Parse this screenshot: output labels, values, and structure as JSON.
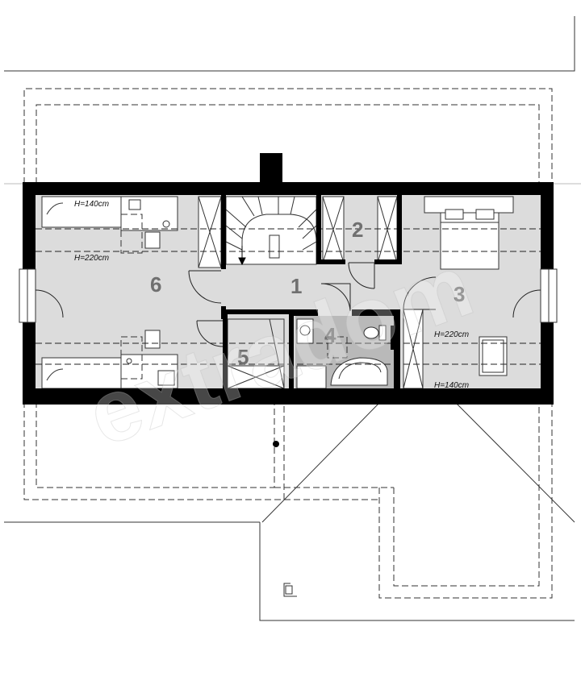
{
  "plan": {
    "rooms": [
      {
        "id": "1",
        "label": "1"
      },
      {
        "id": "2",
        "label": "2"
      },
      {
        "id": "3",
        "label": "3"
      },
      {
        "id": "4",
        "label": "4"
      },
      {
        "id": "5",
        "label": "5"
      },
      {
        "id": "6",
        "label": "6"
      }
    ],
    "height_notes": {
      "left_top": "H=140cm",
      "left_mid": "H=220cm",
      "right_mid": "H=220cm",
      "right_bottom": "H=140cm"
    }
  },
  "watermark": {
    "text": "extradom"
  },
  "colors": {
    "wall": "#000000",
    "floor": "#dcdcdc",
    "bathroom_floor": "#b9b9b9",
    "room_number": "#707070",
    "roof_line": "#333333"
  }
}
